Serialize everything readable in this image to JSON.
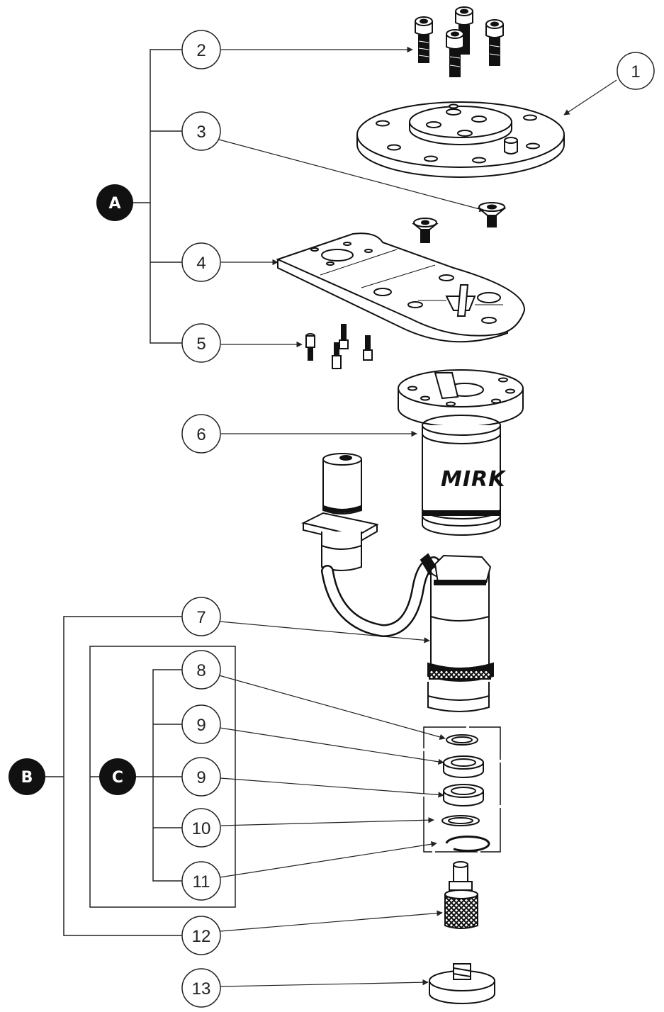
{
  "callouts": {
    "n1": "1",
    "n2": "2",
    "n3": "3",
    "n4": "4",
    "n5": "5",
    "n6": "6",
    "n7": "7",
    "n8": "8",
    "n9a": "9",
    "n9b": "9",
    "n10": "10",
    "n11": "11",
    "n12": "12",
    "n13": "13"
  },
  "groups": {
    "a": "A",
    "b": "B",
    "c": "C"
  },
  "brand_text": "MIRK"
}
